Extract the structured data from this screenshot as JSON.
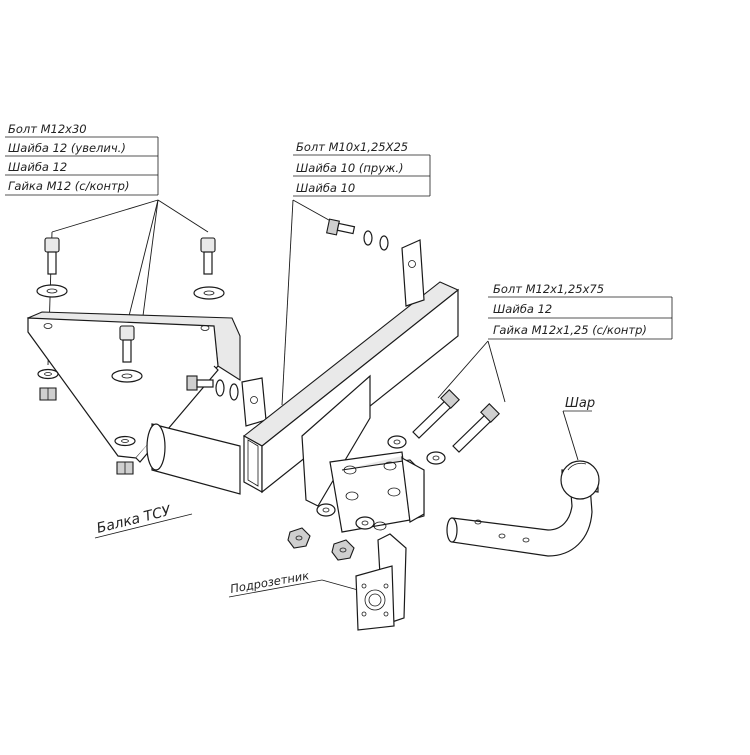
{
  "callouts": {
    "left_group": [
      "Болт M12x30",
      "Шайба 12 (увелич.)",
      "Шайба 12",
      "Гайка M12 (с/контр)"
    ],
    "center_group": [
      "Болт M10x1,25X25",
      "Шайба 10 (пруж.)",
      "Шайба 10"
    ],
    "right_group": [
      "Болт M12x1,25x75",
      "Шайба 12",
      "Гайка M12x1,25 (с/контр)"
    ],
    "ball": "Шар",
    "beam": "Балка ТСУ",
    "socket_bracket": "Подрозетник"
  }
}
